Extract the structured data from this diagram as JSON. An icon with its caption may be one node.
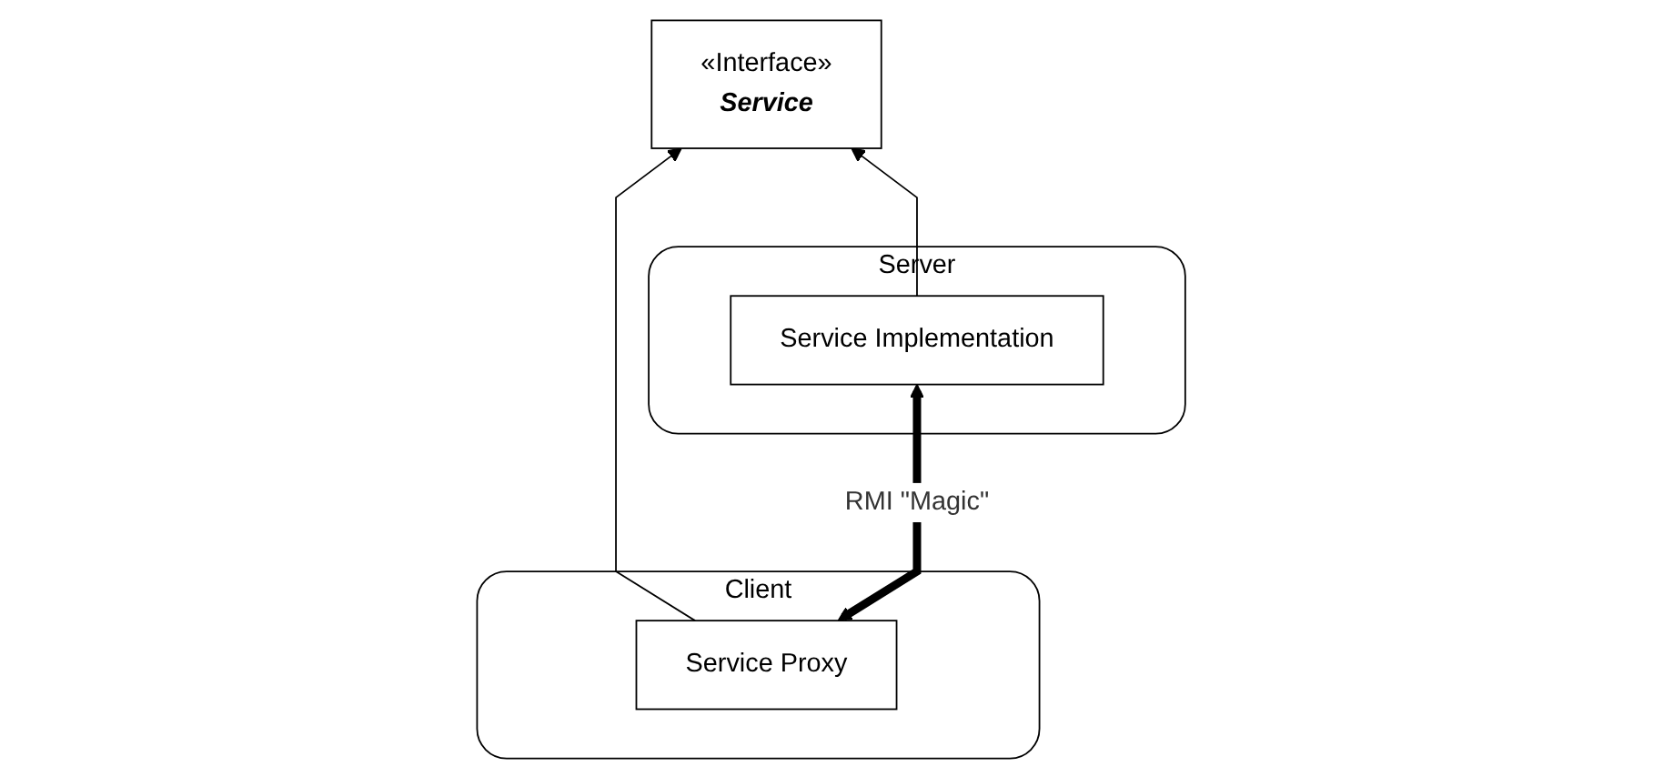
{
  "diagram": {
    "nodes": [
      {
        "text": [
          "«Interface»",
          "Service"
        ]
      },
      {
        "text": [
          "Client"
        ]
      },
      {
        "text": [
          "Service Proxy"
        ],
        "in": 1
      },
      {
        "text": [
          "Server"
        ]
      },
      {
        "text": [
          "Service Implementation"
        ],
        "in": 3
      }
    ],
    "edges": [
      {
        "from": 2,
        "to": 0,
        "arrow": "to"
      },
      {
        "from": 4,
        "to": 0,
        "arrow": "to"
      },
      {
        "from": 2,
        "to": 4,
        "arrow": "both",
        "label": "RMI \"Magic\"",
        "style": "thick"
      }
    ]
  }
}
